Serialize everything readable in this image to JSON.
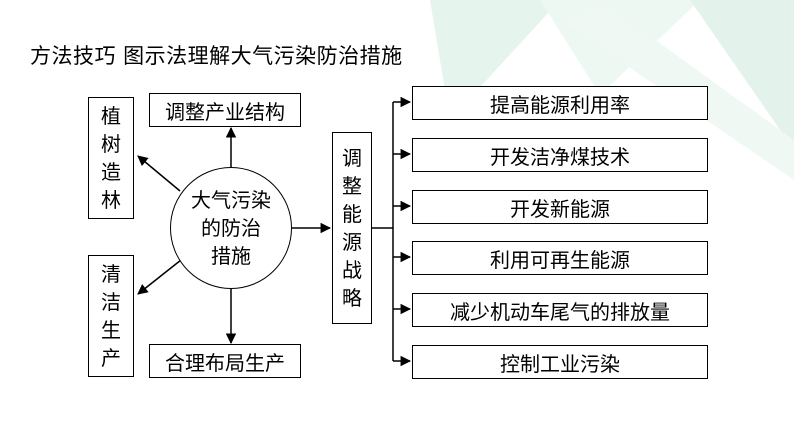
{
  "title": "方法技巧 图示法理解大气污染防治措施",
  "center": {
    "lines": [
      "大气污染",
      "的防治",
      "措施"
    ]
  },
  "top_box": "调整产业结构",
  "bottom_box": "合理布局生产",
  "left_top_box": [
    "植",
    "树",
    "造",
    "林"
  ],
  "left_bottom_box": [
    "清",
    "洁",
    "生",
    "产"
  ],
  "strategy_box": [
    "调",
    "整",
    "能",
    "源",
    "战",
    "略"
  ],
  "strategy_items": [
    "提高能源利用率",
    "开发洁净煤技术",
    "开发新能源",
    "利用可再生能源",
    "减少机动车尾气的排放量",
    "控制工业污染"
  ],
  "colors": {
    "decor_green": "#d9efe6",
    "line": "#000000"
  }
}
